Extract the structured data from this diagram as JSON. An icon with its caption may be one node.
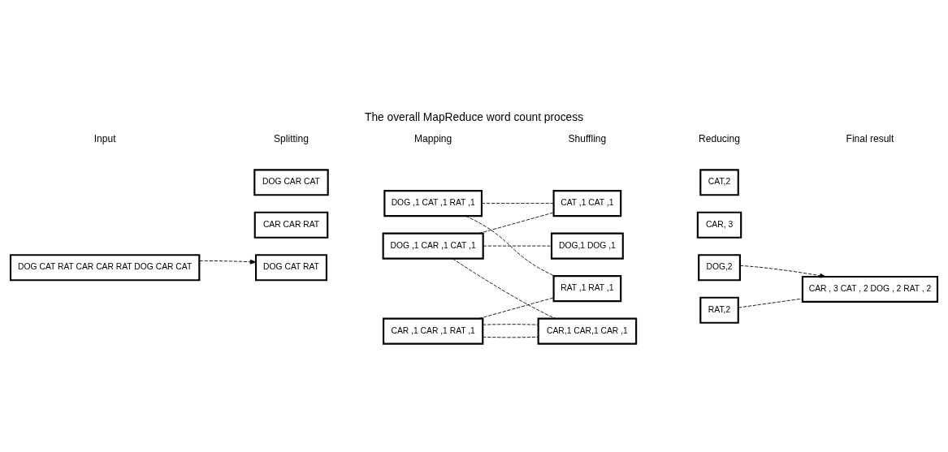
{
  "diagram": {
    "title": "The overall MapReduce word count process",
    "nodes": [
      {
        "text": [
          "DOG CAT RAT CAR CAR RAT DOG CAR CAT"
        ]
      },
      {
        "text": [
          "DOG CAT RAT"
        ]
      },
      {
        "text": [
          "CAR CAR RAT"
        ]
      },
      {
        "text": [
          "DOG CAR CAT"
        ]
      },
      {
        "text": [
          "DOG ,1 CAT ,1 RAT ,1"
        ]
      },
      {
        "text": [
          "CAR ,1 CAR ,1 RAT ,1"
        ]
      },
      {
        "text": [
          "DOG ,1 CAR ,1 CAT ,1"
        ]
      },
      {
        "text": [
          "DOG,1 DOG ,1"
        ]
      },
      {
        "text": [
          "CAR,1 CAR,1 CAR ,1"
        ]
      },
      {
        "text": [
          "CAT ,1 CAT ,1"
        ]
      },
      {
        "text": [
          "RAT ,1 RAT ,1"
        ]
      },
      {
        "text": [
          "DOG,2"
        ]
      },
      {
        "text": [
          "CAR, 3"
        ]
      },
      {
        "text": [
          "CAT,2"
        ]
      },
      {
        "text": [
          "RAT,2"
        ]
      },
      {
        "text": [
          "CAR , 3 CAT , 2 DOG , 2 RAT , 2"
        ]
      }
    ],
    "edges": [
      {
        "from": 0,
        "to": 1,
        "arrow": "to",
        "style": "dashed"
      },
      {
        "from": 4,
        "to": 9,
        "arrow": "none",
        "style": "dashed"
      },
      {
        "from": 4,
        "to": 10,
        "arrow": "none",
        "style": "dashed"
      },
      {
        "from": 5,
        "to": 8,
        "arrow": "none",
        "style": "dashed"
      },
      {
        "from": 5,
        "to": 8,
        "arrow": "none",
        "style": "dashed"
      },
      {
        "from": 5,
        "to": 10,
        "arrow": "none",
        "style": "dashed"
      },
      {
        "from": 6,
        "to": 7,
        "arrow": "none",
        "style": "dashed"
      },
      {
        "from": 6,
        "to": 8,
        "arrow": "none",
        "style": "dashed"
      },
      {
        "from": 6,
        "to": 9,
        "arrow": "none",
        "style": "dashed"
      },
      {
        "from": 11,
        "to": 15,
        "arrow": "to",
        "style": "dashed"
      },
      {
        "from": 14,
        "to": 15,
        "arrow": "none",
        "style": "dashed"
      }
    ],
    "labels": [
      "Input",
      "Splitting",
      "Mapping",
      "Shuffling",
      "Reducing",
      "Final result"
    ]
  }
}
